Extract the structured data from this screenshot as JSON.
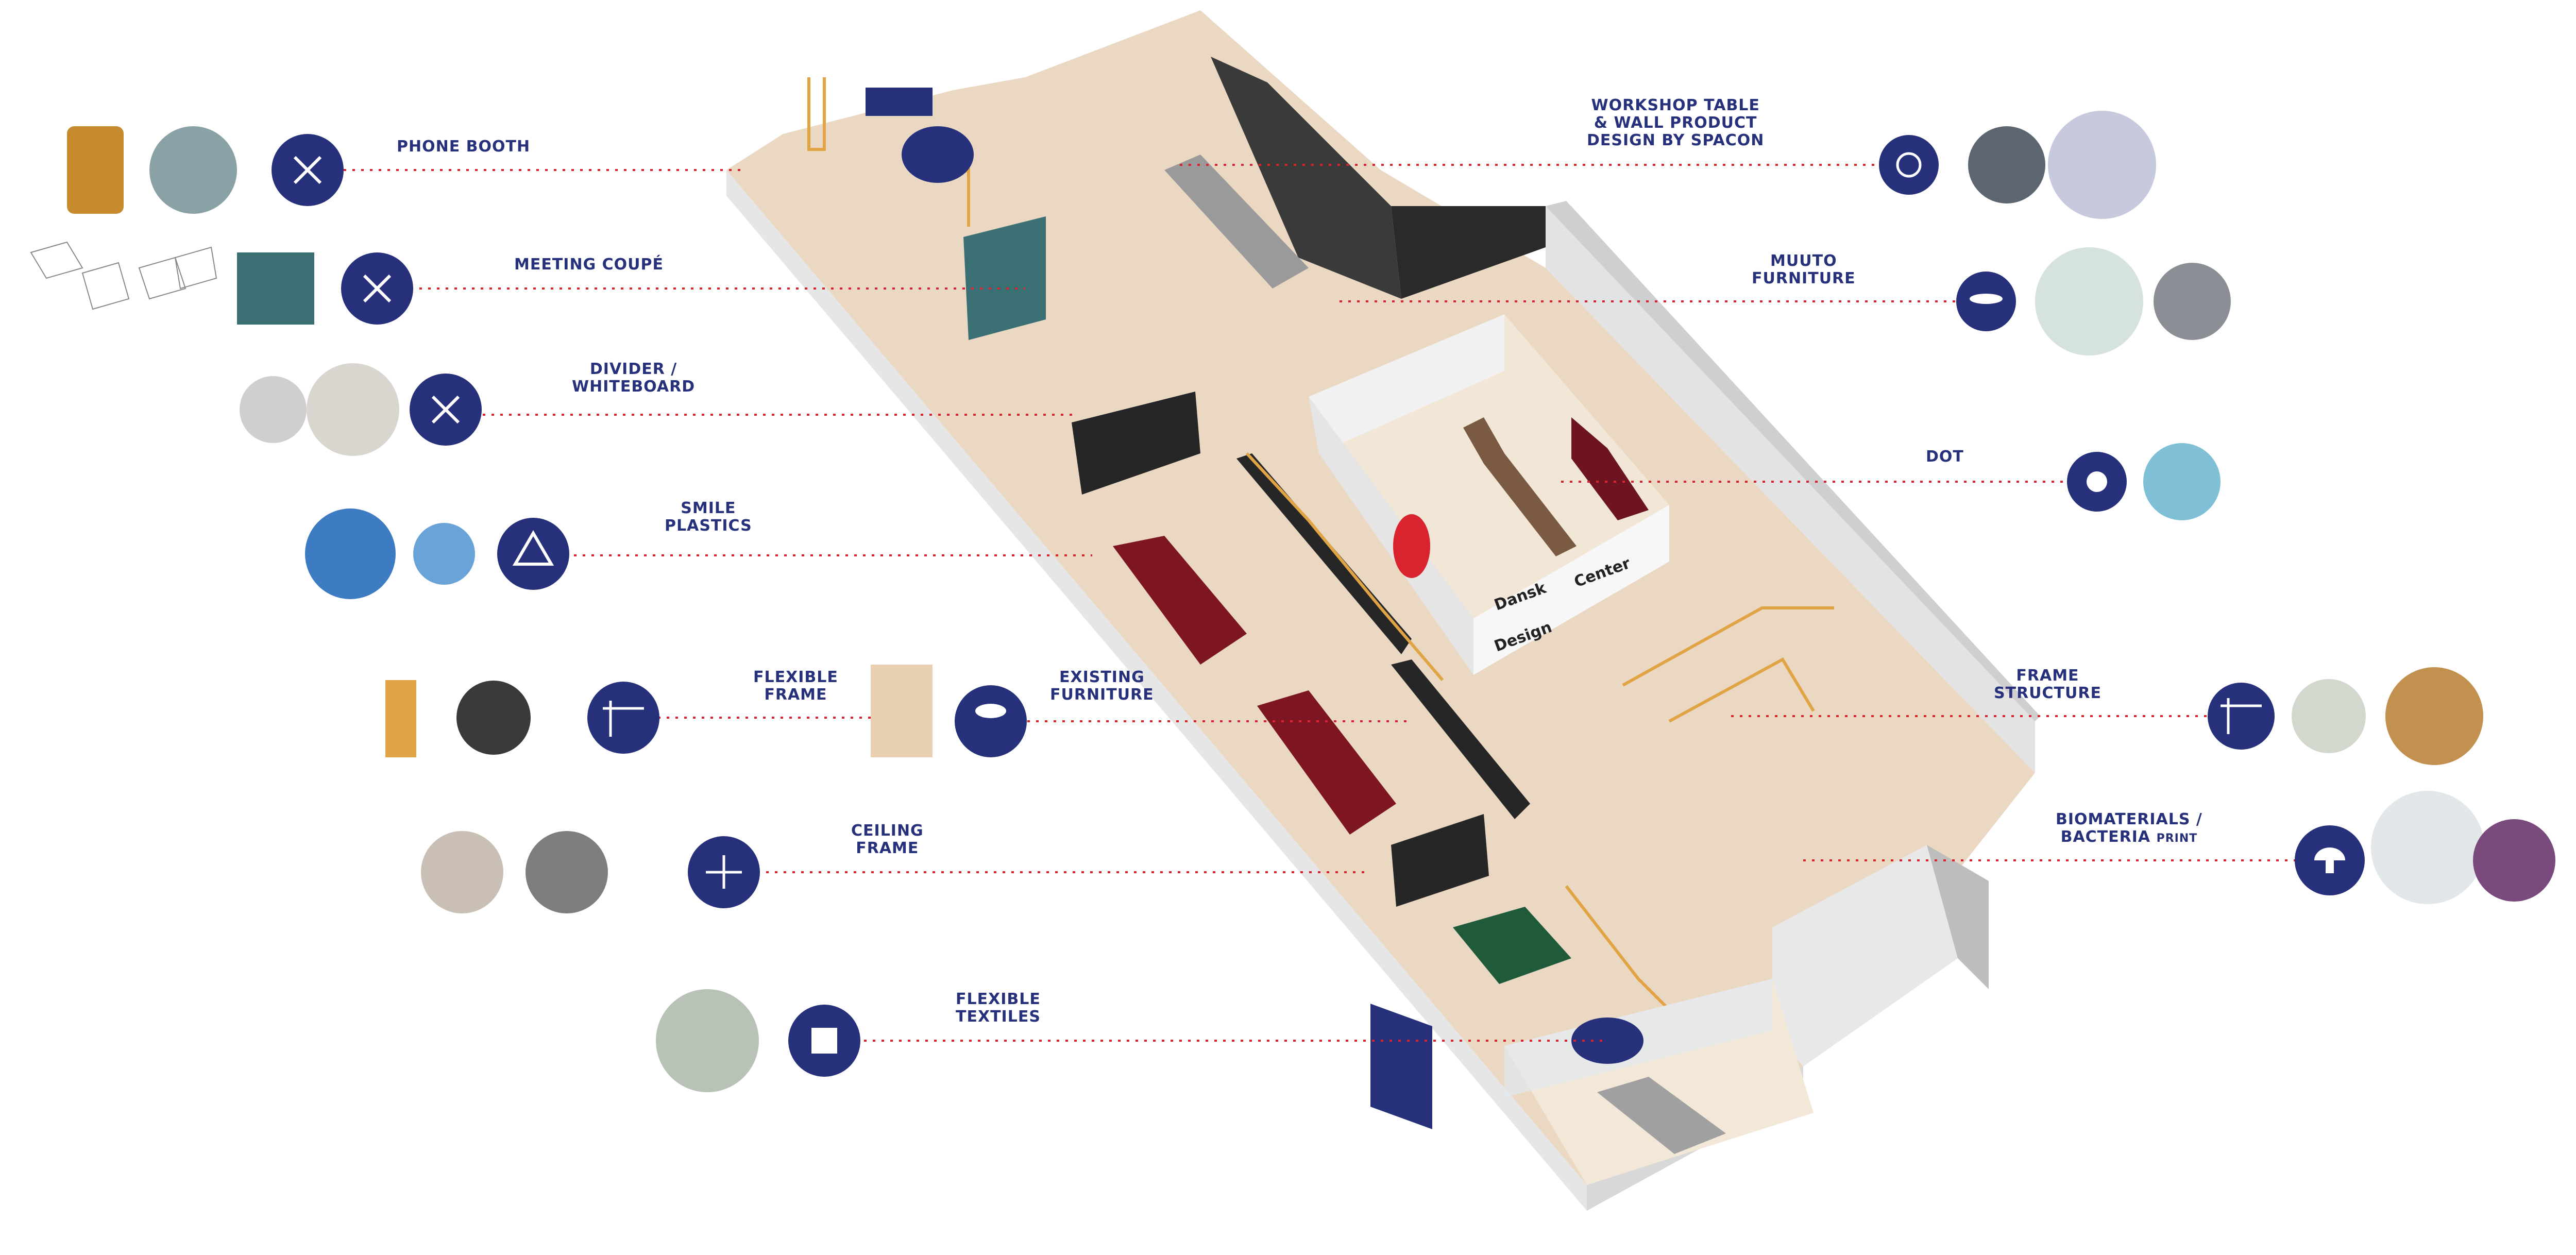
{
  "colors": {
    "navy": "#27307a",
    "leader": "#d9232f",
    "floor": "#ead8c3",
    "wall": "#ededed",
    "screen_red": "#7d1620",
    "panel_black": "#262626",
    "frame_wood": "#e0a445",
    "booth_teal": "#3a6f73",
    "pingpong_green": "#1f5a3a"
  },
  "labels": {
    "phone_booth": {
      "l1": "PHONE BOOTH"
    },
    "meeting_coupe": {
      "l1": "MEETING COUPÉ"
    },
    "divider": {
      "l1": "DIVIDER /",
      "l2": "WHITEBOARD"
    },
    "smile": {
      "l1": "SMILE",
      "l2": "PLASTICS"
    },
    "flex_frame": {
      "l1": "FLEXIBLE",
      "l2": "FRAME"
    },
    "existing": {
      "l1": "EXISTING",
      "l2": "FURNITURE"
    },
    "ceiling": {
      "l1": "CEILING",
      "l2": "FRAME"
    },
    "textiles": {
      "l1": "FLEXIBLE",
      "l2": "TEXTILES"
    },
    "workshop": {
      "l1": "WORKSHOP TABLE",
      "l2": "& WALL PRODUCT",
      "l3": "DESIGN BY SPACON"
    },
    "muuto": {
      "l1": "MUUTO",
      "l2": "FURNITURE"
    },
    "dot": {
      "l1": "DOT"
    },
    "frame_structure": {
      "l1": "FRAME",
      "l2": "STRUCTURE"
    },
    "bio": {
      "l1": "BIOMATERIALS /",
      "l2": "BACTERIA",
      "l2b": "PRINT"
    }
  },
  "signage": {
    "w1": "Dansk",
    "w2": "Design",
    "w3": "Center"
  },
  "icons": [
    "phone-booth-icon",
    "meeting-coupe-icon",
    "divider-icon",
    "recycle-icon",
    "flexible-frame-icon",
    "chair-icon",
    "ceiling-frame-icon",
    "textiles-icon",
    "workshop-icon",
    "muuto-icon",
    "dot-icon",
    "frame-structure-icon",
    "mushroom-icon"
  ]
}
